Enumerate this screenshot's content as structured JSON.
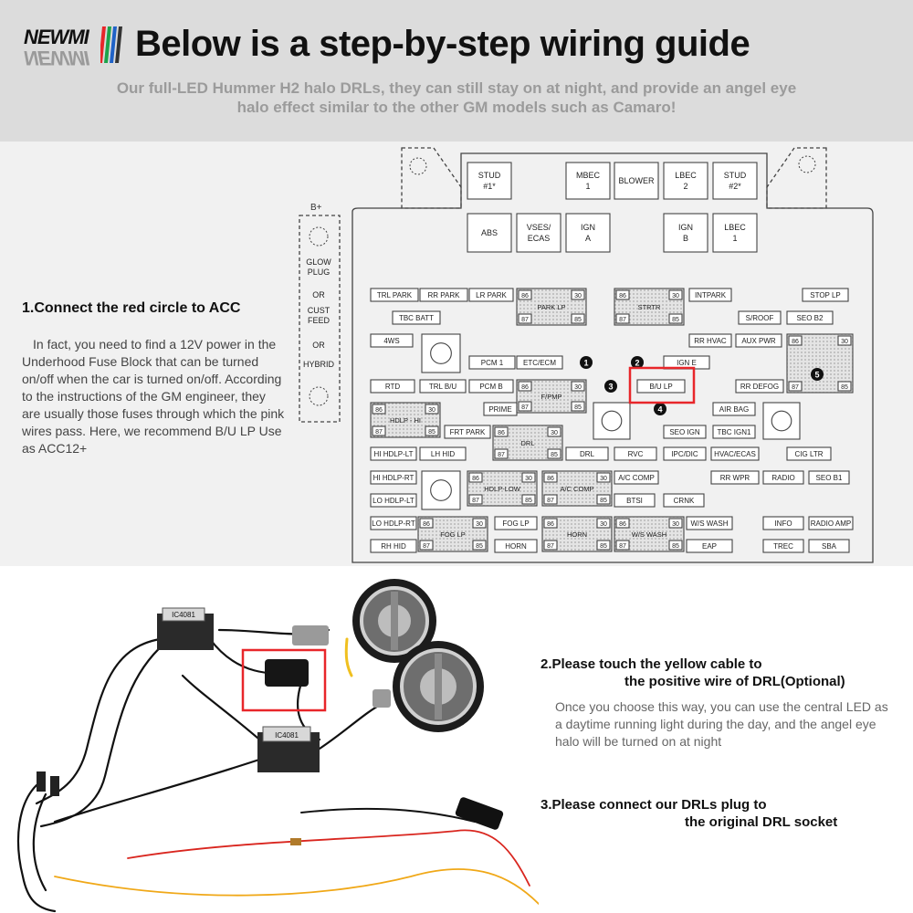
{
  "header": {
    "logo": "NEWMI",
    "title": "Below is a step-by-step wiring guide",
    "subtitle": "Our full-LED Hummer H2 halo DRLs, they can still stay on at night, and provide an angel eye halo effect similar to the other GM models such as Camaro!"
  },
  "step1": {
    "title": "1.Connect the red circle to ACC",
    "body": "In fact, you need to find a 12V power in the Underhood Fuse Block that can be turned on/off when the car is turned on/off. According to the instructions of the GM engineer, they are usually those fuses through which the pink wires pass. Here, we recommend B/U LP Use as ACC12+"
  },
  "fuse_block": {
    "b_plus": "B+",
    "top_row": [
      "STUD #1*",
      "MBEC 1",
      "BLOWER",
      "LBEC 2",
      "STUD #2*"
    ],
    "second_row": [
      "ABS",
      "VSES/ ECAS",
      "IGN A",
      "IGN B",
      "LBEC 1"
    ],
    "side_labels": [
      "GLOW PLUG",
      "OR",
      "CUST FEED",
      "OR",
      "HYBRID"
    ],
    "fuses": {
      "trl_park": "TRL PARK",
      "rr_park": "RR PARK",
      "lr_park": "LR PARK",
      "park_lp": "PARK LP",
      "strtr": "STRTR",
      "intpark": "INTPARK",
      "stop_lp": "STOP LP",
      "tbc_batt": "TBC BATT",
      "s_roof": "S/ROOF",
      "seo_b2": "SEO B2",
      "4ws": "4WS",
      "rr_hvac": "RR HVAC",
      "aux_pwr": "AUX PWR",
      "pcm1": "PCM 1",
      "etc_ecm": "ETC/ECM",
      "ign_e": "IGN E",
      "rtd": "RTD",
      "trl_bu": "TRL B/U",
      "pcm_b": "PCM B",
      "f_pmp": "F/PMP",
      "bu_lp": "B/U LP",
      "rr_defog": "RR DEFOG",
      "hdlp_hi": "HDLP - HI",
      "prime": "PRIME",
      "air_bag": "AIR BAG",
      "frt_park": "FRT PARK",
      "drl_relay": "DRL",
      "seo_ign": "SEO IGN",
      "tbc_ign1": "TBC IGN1",
      "hi_hdlp_lt": "HI HDLP-LT",
      "lh_hid": "LH HID",
      "drl": "DRL",
      "rvc": "RVC",
      "ipc_dic": "IPC/DIC",
      "hvac_ecas": "HVAC/ECAS",
      "cig_ltr": "CIG LTR",
      "hi_hdlp_rt": "HI HDLP-RT",
      "hdlp_low": "HDLP-LOW",
      "ac_comp_relay": "A/C COMP",
      "ac_comp": "A/C COMP",
      "rr_wpr": "RR WPR",
      "radio": "RADIO",
      "seo_b1": "SEO B1",
      "lo_hdlp_lt": "LO HDLP-LT",
      "btsi": "BTSI",
      "crnk": "CRNK",
      "lo_hdlp_rt": "LO HDLP-RT",
      "fog_lp_relay": "FOG LP",
      "fog_lp": "FOG LP",
      "ws_wash": "W/S WASH",
      "ws_wash_relay": "W/S WASH",
      "info": "INFO",
      "radio_amp": "RADIO AMP",
      "rh_hid": "RH HID",
      "horn": "HORN",
      "horn_relay": "HORN",
      "eap": "EAP",
      "trec": "TREC",
      "sba": "SBA"
    },
    "relay_pins": [
      "86",
      "30",
      "87",
      "85"
    ],
    "markers": [
      "1",
      "2",
      "3",
      "4",
      "5"
    ],
    "highlight_color": "#e8262a"
  },
  "wiring": {
    "module_label": "IC4081"
  },
  "step2": {
    "title_line1": "2.Please touch the yellow cable to",
    "title_line2": "the positive wire of DRL(Optional)",
    "body": "Once you choose this way, you can use the central LED as a daytime running light during the day, and the angel eye halo will be turned on at night"
  },
  "step3": {
    "title_line1": "3.Please connect our DRLs plug to",
    "title_line2": "the original DRL socket"
  }
}
